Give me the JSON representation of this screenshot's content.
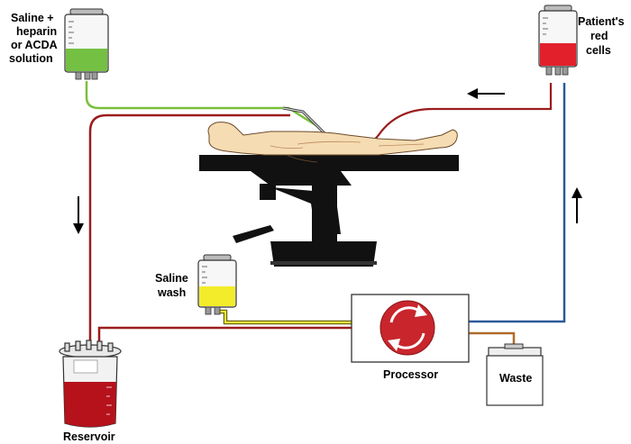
{
  "labels": {
    "saline_heparin": [
      "Saline +",
      "heparin",
      "or ACDA",
      "solution"
    ],
    "patient_red_cells": [
      "Patient's",
      "red",
      "cells"
    ],
    "saline_wash": [
      "Saline",
      "wash"
    ],
    "processor": "Processor",
    "waste": "Waste",
    "reservoir": "Reservoir"
  },
  "colors": {
    "tube_red": "#9b1c1c",
    "tube_green": "#7bbf3a",
    "tube_blue": "#2a5a9a",
    "tube_yellow": "#c9c200",
    "tube_brown": "#b06b2a",
    "heparin_fluid": "#74c043",
    "blood_fluid": "#e2202c",
    "wash_fluid": "#f3ec2a",
    "reservoir_fluid": "#b5121b",
    "processor_disc": "#c8262c",
    "skin": "#f6dcb2",
    "table": "#111111"
  }
}
